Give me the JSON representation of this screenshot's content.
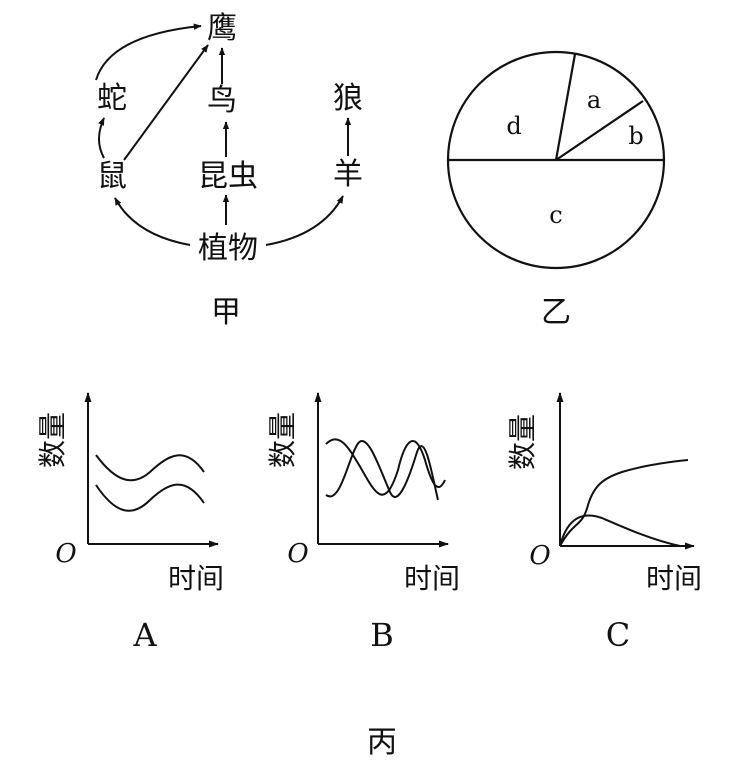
{
  "food_web": {
    "caption": "甲",
    "nodes": {
      "eagle": "鹰",
      "snake": "蛇",
      "bird": "鸟",
      "wolf": "狼",
      "mouse": "鼠",
      "insect": "昆虫",
      "sheep": "羊",
      "plant": "植物"
    },
    "edges": [
      [
        "plant",
        "mouse"
      ],
      [
        "plant",
        "insect"
      ],
      [
        "plant",
        "sheep"
      ],
      [
        "mouse",
        "snake"
      ],
      [
        "mouse",
        "eagle"
      ],
      [
        "snake",
        "eagle"
      ],
      [
        "insect",
        "bird"
      ],
      [
        "bird",
        "eagle"
      ],
      [
        "sheep",
        "wolf"
      ]
    ]
  },
  "pie": {
    "caption": "乙",
    "labels": {
      "a": "a",
      "b": "b",
      "c": "c",
      "d": "d"
    }
  },
  "graphs": {
    "caption": "丙",
    "A": {
      "label": "A",
      "ylabel": "数量",
      "xlabel": "时间",
      "origin": "O"
    },
    "B": {
      "label": "B",
      "ylabel": "数量",
      "xlabel": "时间",
      "origin": "O"
    },
    "C": {
      "label": "C",
      "ylabel": "数量",
      "xlabel": "时间",
      "origin": "O"
    }
  }
}
